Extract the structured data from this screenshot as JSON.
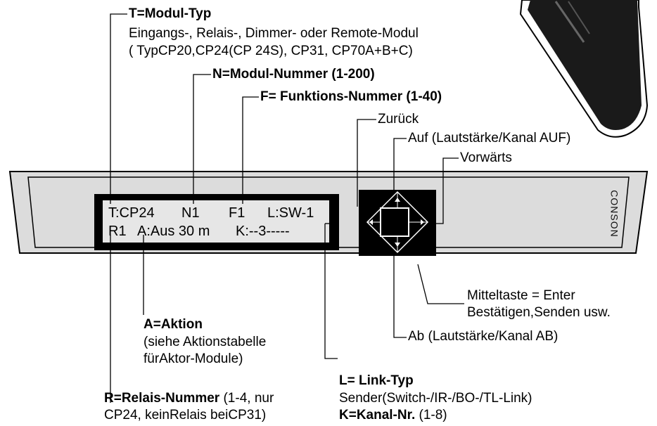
{
  "device": {
    "brand": "CONSON",
    "colors": {
      "panel": "#dcdcdc",
      "bezel": "#000000",
      "screen": "#e6e6e6",
      "line": "#000000"
    }
  },
  "display": {
    "line1": {
      "type": "T:CP24",
      "module_no": "N1",
      "function_no": "F1",
      "link": "L:SW-1"
    },
    "line2": {
      "relay": "R1",
      "action": "A:Aus 30 m",
      "channel": "K:--3-----"
    }
  },
  "callouts": {
    "modul_typ": {
      "title": "T=Modul-Typ",
      "desc1": "Eingangs-, Relais-, Dimmer- oder Remote-Modul",
      "desc2": "( TypCP20,CP24(CP 24S), CP31, CP70A+B+C)"
    },
    "modul_nummer": {
      "title": "N=Modul-Nummer (1-200)"
    },
    "funktions_nummer": {
      "title": "F= Funktions-Nummer (1-40)"
    },
    "zurueck": {
      "label": "Zurück"
    },
    "auf": {
      "label": "Auf (Lautstärke/Kanal AUF)"
    },
    "vorwaerts": {
      "label": "Vorwärts"
    },
    "mitteltaste": {
      "line1": "Mitteltaste = Enter",
      "line2": "Bestätigen,Senden usw."
    },
    "ab": {
      "label": "Ab (Lautstärke/Kanal AB)"
    },
    "aktion": {
      "title": "A=Aktion",
      "desc1": "(siehe Aktionstabelle",
      "desc2": "fürAktor-Module)"
    },
    "relais": {
      "title": "R=Relais-Nummer",
      "title_suffix": " (1-4, nur",
      "desc2": "CP24, keinRelais beiCP31)"
    },
    "link_typ": {
      "title": "L= Link-Typ",
      "desc1": "Sender(Switch-/IR-/BO-/TL-Link)",
      "kanal_title": "K=Kanal-Nr.",
      "kanal_suffix": " (1-8)"
    }
  }
}
